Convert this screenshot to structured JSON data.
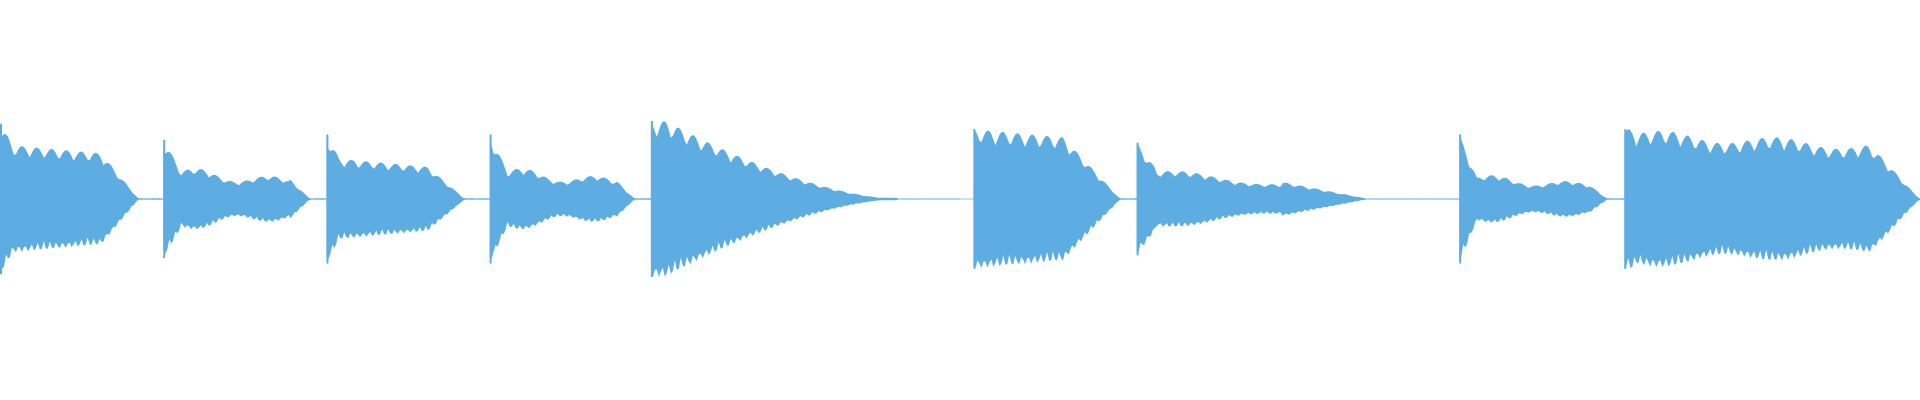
{
  "waveform": {
    "color": "#5dade2",
    "background": "#ffffff",
    "segments": [
      {
        "start": 0.0,
        "end": 0.085,
        "peak": 0.56,
        "mid": 0.4,
        "shape": "decay-sustain"
      },
      {
        "start": 0.085,
        "end": 0.17,
        "peak": 0.44,
        "mid": 0.18,
        "shape": "decay-wobble"
      },
      {
        "start": 0.17,
        "end": 0.255,
        "peak": 0.48,
        "mid": 0.3,
        "shape": "decay-sustain"
      },
      {
        "start": 0.255,
        "end": 0.339,
        "peak": 0.48,
        "mid": 0.18,
        "shape": "decay-wobble"
      },
      {
        "start": 0.339,
        "end": 0.5,
        "peak": 0.58,
        "mid": 0.1,
        "shape": "long-decay"
      },
      {
        "start": 0.507,
        "end": 0.592,
        "peak": 0.52,
        "mid": 0.46,
        "shape": "flat-sustain"
      },
      {
        "start": 0.592,
        "end": 0.76,
        "peak": 0.42,
        "mid": 0.16,
        "shape": "decay-tail"
      },
      {
        "start": 0.76,
        "end": 0.846,
        "peak": 0.48,
        "mid": 0.14,
        "shape": "decay-wobble"
      },
      {
        "start": 0.846,
        "end": 1.0,
        "peak": 0.52,
        "mid": 0.4,
        "shape": "slow-fade"
      }
    ]
  }
}
